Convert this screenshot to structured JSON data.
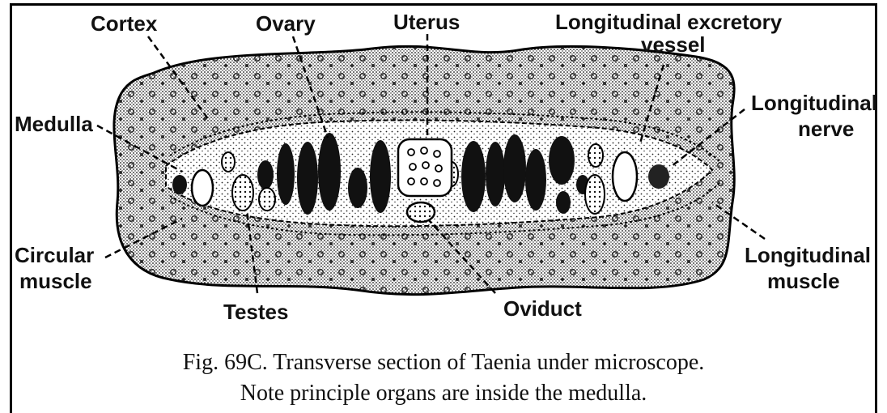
{
  "labels": {
    "cortex": "Cortex",
    "ovary": "Ovary",
    "uterus": "Uterus",
    "long_excretory_1": "Longitudinal excretory",
    "long_excretory_2": "vessel",
    "medulla": "Medulla",
    "long_nerve_1": "Longitudinal",
    "long_nerve_2": "nerve",
    "circular_1": "Circular",
    "circular_2": "muscle",
    "long_muscle_1": "Longitudinal",
    "long_muscle_2": "muscle",
    "testes": "Testes",
    "oviduct": "Oviduct"
  },
  "caption": {
    "line1": "Fig. 69C. Transverse section of Taenia under microscope.",
    "line2": "Note principle organs are inside the medulla."
  }
}
